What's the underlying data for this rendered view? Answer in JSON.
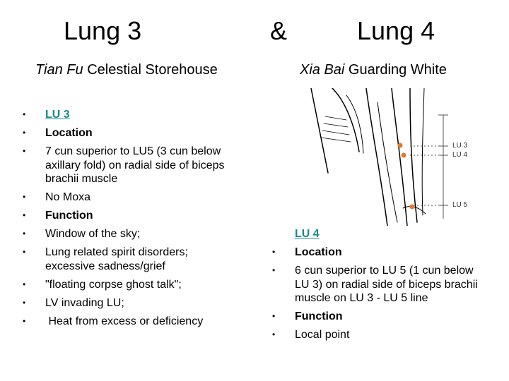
{
  "titles": {
    "left": "Lung 3",
    "ampersand": "&",
    "right": "Lung 4"
  },
  "subtitles": {
    "left_italic": "Tian  Fu",
    "left_rest": " Celestial Storehouse",
    "right_italic": "Xia Bai",
    "right_rest": " Guarding White"
  },
  "lu3": {
    "heading": "LU 3",
    "items": [
      "Location",
      "7 cun superior to LU5 (3 cun below axillary fold) on radial side of biceps brachii muscle",
      "No Moxa",
      "Function",
      "Window of the sky;",
      "Lung related spirit disorders; excessive sadness/grief",
      "\"floating corpse ghost talk\";",
      "LV invading LU;",
      " Heat from excess or deficiency"
    ]
  },
  "lu4": {
    "heading": "LU 4",
    "items": [
      "Location",
      "6 cun superior to LU 5 (1 cun below LU 3) on radial side of biceps brachii muscle on LU 3 - LU 5 line",
      "Function",
      "Local point"
    ]
  },
  "figure_labels": {
    "lu3": "LU 3",
    "lu4": "LU 4",
    "lu5": "LU 5"
  },
  "colors": {
    "heading": "#1a8a8a",
    "point": "#e07a2a"
  }
}
